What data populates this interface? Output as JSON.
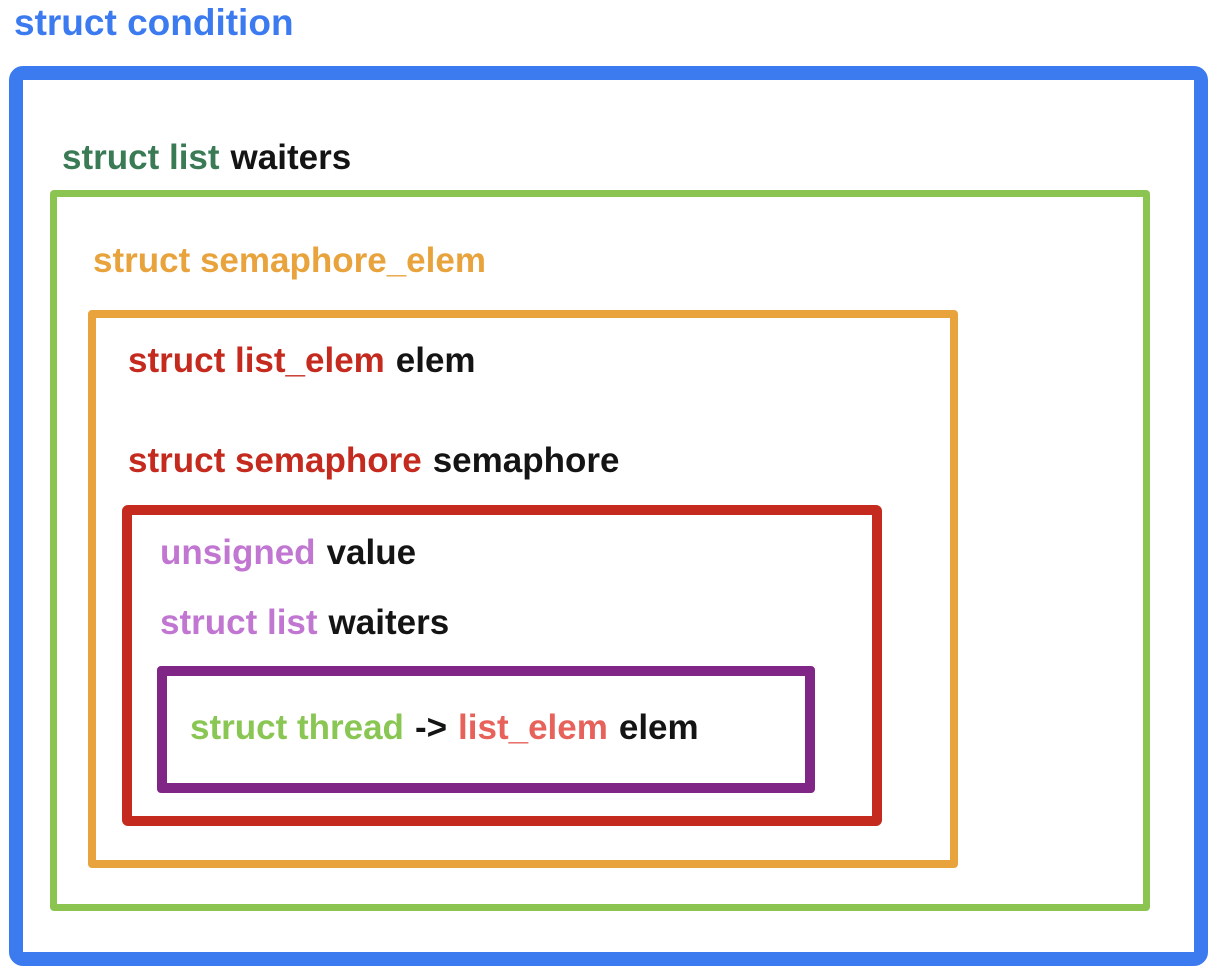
{
  "colors": {
    "blue": "#3B7AEF",
    "green_box_border": "#8CC451",
    "dark_green_text": "#3A7A55",
    "orange": "#E8A33C",
    "red": "#C52A1F",
    "purple_box_border": "#7F2687",
    "violet_text": "#C177D1",
    "light_green_text": "#8AC653",
    "salmon_text": "#E6625A",
    "black_text": "#141414"
  },
  "diagram": {
    "title": "struct condition",
    "condition": {
      "waiters_field": {
        "type": "struct list",
        "name": "waiters"
      },
      "semaphore_elem": {
        "label": "struct semaphore_elem",
        "elem_field": {
          "type": "struct list_elem",
          "name": "elem"
        },
        "semaphore_field": {
          "type": "struct semaphore",
          "name": "semaphore"
        },
        "semaphore": {
          "value_field": {
            "type": "unsigned",
            "name": "value"
          },
          "waiters_field": {
            "type": "struct list",
            "name": "waiters"
          },
          "thread_elem": {
            "struct": "struct thread",
            "arrow": "->",
            "member_type": "list_elem",
            "member_name": "elem"
          }
        }
      }
    }
  }
}
